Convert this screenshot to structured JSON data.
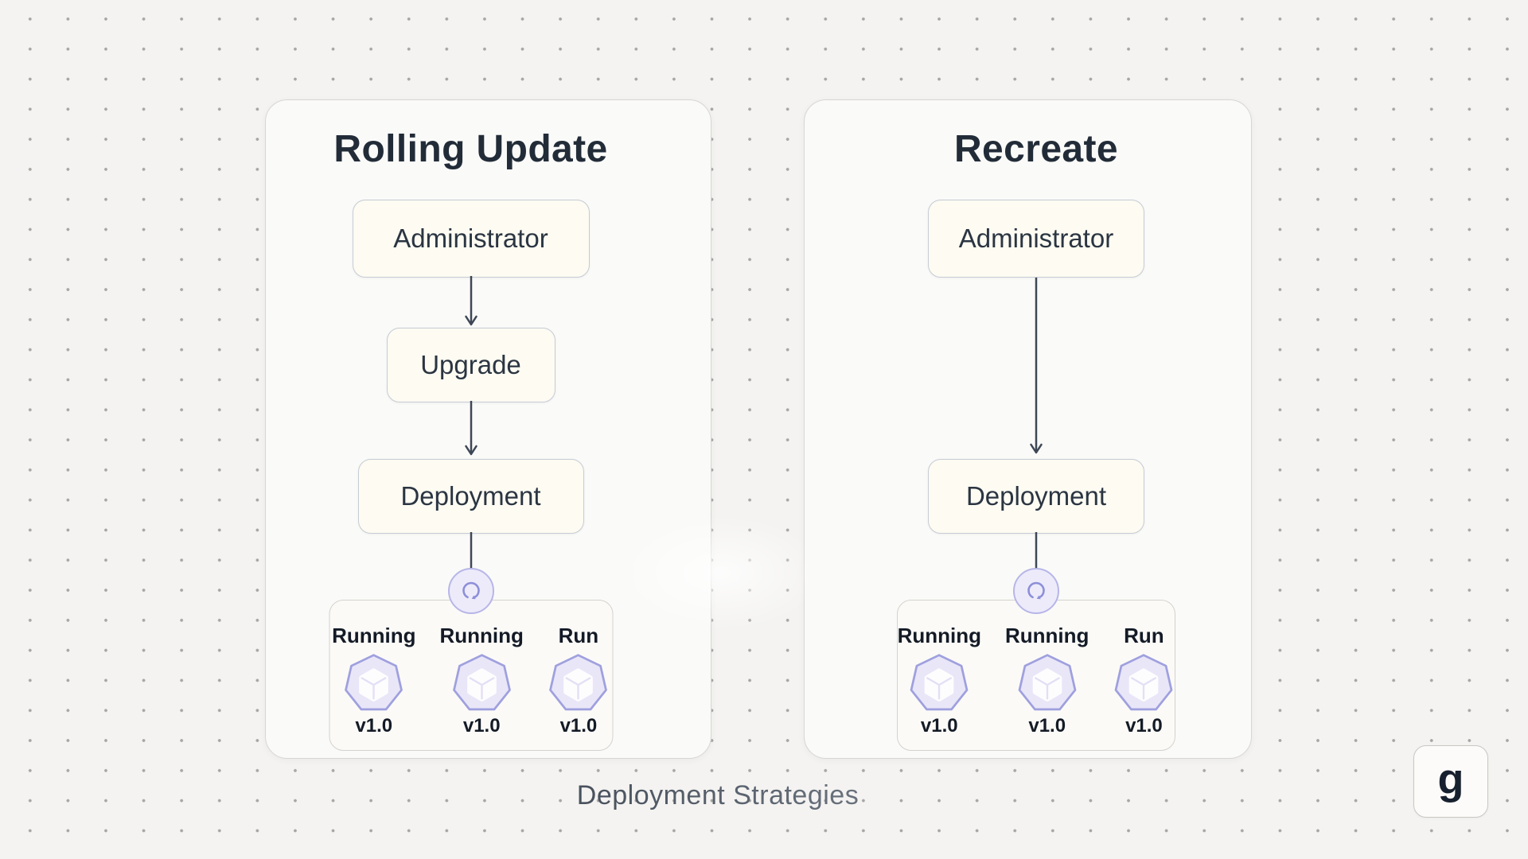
{
  "diagram": {
    "caption": "Deployment Strategies",
    "watermark": "g"
  },
  "panels": [
    {
      "title": "Rolling Update",
      "nodes": [
        {
          "label": "Administrator"
        },
        {
          "label": "Upgrade"
        },
        {
          "label": "Deployment"
        }
      ],
      "pods": [
        {
          "status": "Running",
          "version": "v1.0"
        },
        {
          "status": "Running",
          "version": "v1.0"
        },
        {
          "status": "Run",
          "version": "v1.0"
        }
      ]
    },
    {
      "title": "Recreate",
      "nodes": [
        {
          "label": "Administrator"
        },
        {
          "label": "Deployment"
        }
      ],
      "pods": [
        {
          "status": "Running",
          "version": "v1.0"
        },
        {
          "status": "Running",
          "version": "v1.0"
        },
        {
          "status": "Run",
          "version": "v1.0"
        }
      ]
    }
  ],
  "icons": {
    "badge": "refresh-icon",
    "pod": "pod-icon"
  },
  "colors": {
    "page_bg": "#f4f3f1",
    "dot": "#a8a6a3",
    "panel_bg": "#fafaf8",
    "panel_border": "#d8d6d3",
    "node_bg": "#fdfbf2",
    "node_border": "#c6ccd5",
    "line": "#3e4756",
    "badge_fill": "#edebfa",
    "badge_border": "#b7b6e8",
    "accent_purple": "#8d8fd8",
    "pod_fill": "#e9e6f8",
    "pod_border": "#9fa0de",
    "title_text": "#222c38",
    "node_text": "#2b3542",
    "pod_text": "#141b26"
  }
}
